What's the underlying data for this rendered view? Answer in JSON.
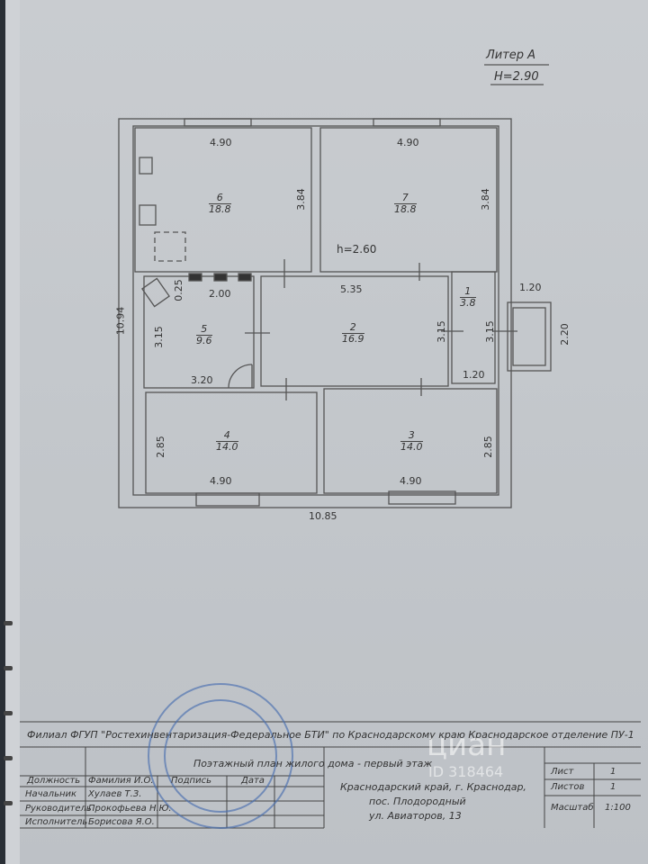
{
  "liter": {
    "title": "Литер А",
    "height": "H=2.90"
  },
  "plan": {
    "overall_height": "10.94",
    "overall_width": "10.85",
    "ceiling_note": "h=2.60",
    "porch_w": "1.20",
    "porch_h": "2.20",
    "rooms": [
      {
        "id": "6",
        "area": "18.8",
        "w": "4.90",
        "h": "3.84"
      },
      {
        "id": "7",
        "area": "18.8",
        "w": "4.90",
        "h": "3.84"
      },
      {
        "id": "5",
        "area": "9.6",
        "w": "2.00",
        "h": "3.15",
        "extra": "3.20",
        "extra2": "0.25"
      },
      {
        "id": "2",
        "area": "16.9",
        "w": "5.35",
        "h": "3.15"
      },
      {
        "id": "1",
        "area": "3.8",
        "w": "1.20",
        "h": "3.15"
      },
      {
        "id": "4",
        "area": "14.0",
        "w": "4.90",
        "h": "2.85"
      },
      {
        "id": "3",
        "area": "14.0",
        "w": "4.90",
        "h": "2.85"
      }
    ]
  },
  "title_block": {
    "org": "Филиал ФГУП \"Ростехинвентаризация-Федеральное БТИ\" по Краснодарскому краю Краснодарское отделение ПУ-1",
    "drawing_name": "Поэтажный план жилого дома - первый этаж",
    "address1": "Краснодарский край, г. Краснодар,",
    "address2": "пос. Плодородный",
    "address3": "ул. Авиаторов, 13",
    "headers": {
      "position": "Должность",
      "name": "Фамилия И.О.",
      "signature": "Подпись",
      "date": "Дата"
    },
    "rows": [
      {
        "position": "Начальник",
        "name": "Хулаев Т.З."
      },
      {
        "position": "Руководитель",
        "name": "Прокофьева Н.Ю."
      },
      {
        "position": "Исполнитель",
        "name": "Борисова Я.О."
      }
    ],
    "sheet_label": "Лист",
    "sheet_value": "1",
    "sheets_label": "Листов",
    "sheets_value": "1",
    "scale_label": "Масштаб",
    "scale_value": "1:100"
  },
  "watermark": "циан",
  "watermark_id": "ID 318464"
}
